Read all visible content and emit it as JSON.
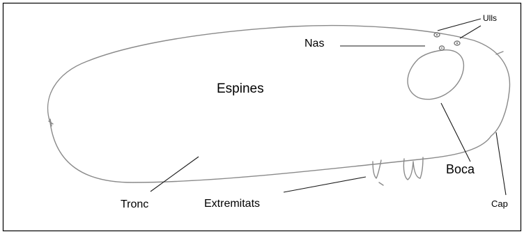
{
  "labels": {
    "ulls": "Ulls",
    "nas": "Nas",
    "espines": "Espines",
    "boca": "Boca",
    "tronc": "Tronc",
    "extremitats": "Extremitats",
    "cap": "Cap"
  },
  "colors": {
    "frame": "#000000",
    "drawing": "#8a8a8a",
    "leader": "#1a1a1a",
    "text": "#000000",
    "background": "#ffffff"
  }
}
